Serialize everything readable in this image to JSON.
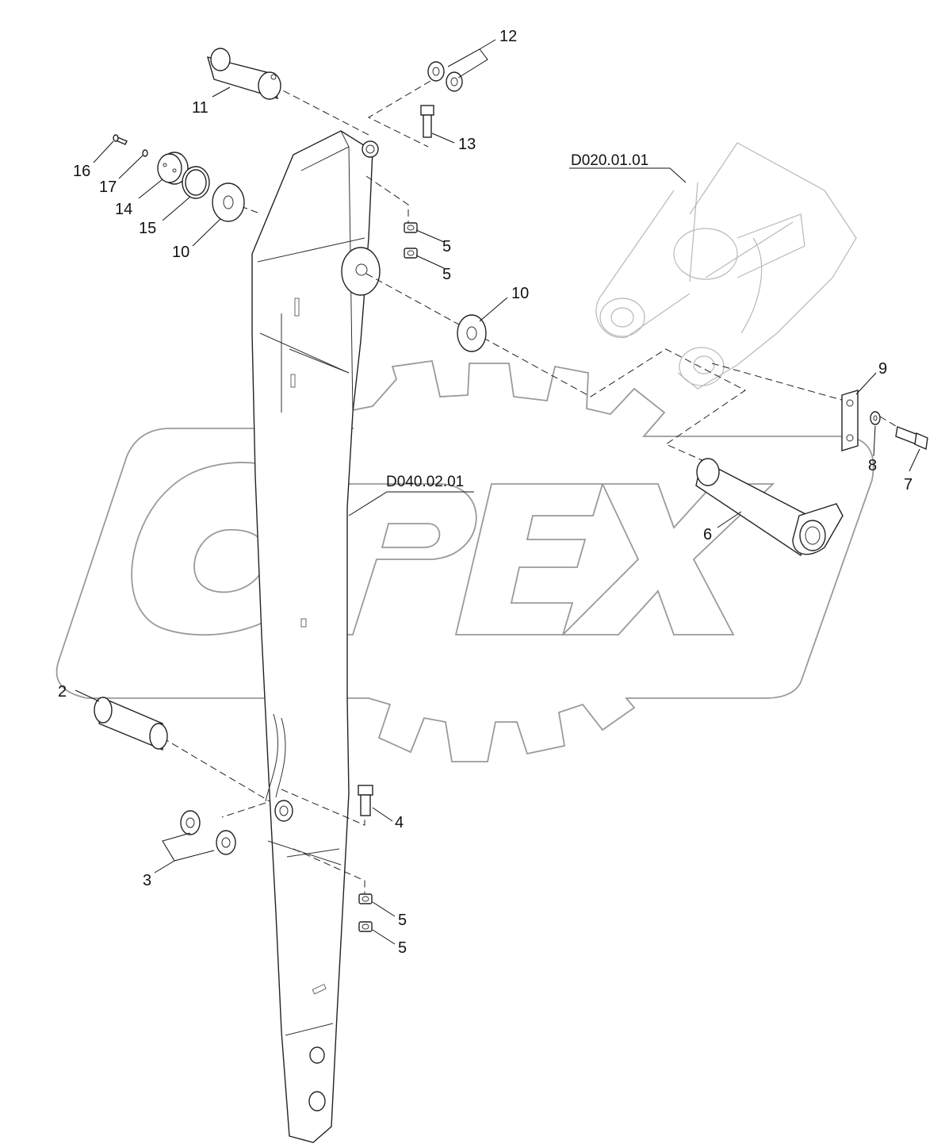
{
  "diagram": {
    "watermark_text": "OPEX",
    "references": {
      "attachment": "D020.01.01",
      "boom": "D040.02.01"
    },
    "callouts": {
      "c2": "2",
      "c3": "3",
      "c4": "4",
      "c5a": "5",
      "c5b": "5",
      "c5c": "5",
      "c5d": "5",
      "c6": "6",
      "c7": "7",
      "c8": "8",
      "c9": "9",
      "c10a": "10",
      "c10b": "10",
      "c11": "11",
      "c12": "12",
      "c13": "13",
      "c14": "14",
      "c15": "15",
      "c16": "16",
      "c17": "17"
    },
    "parts": [
      {
        "callout": "2",
        "icon": "pin-icon"
      },
      {
        "callout": "3",
        "icon": "washer-pair-icon"
      },
      {
        "callout": "4",
        "icon": "bolt-icon"
      },
      {
        "callout": "5",
        "icon": "nut-icon"
      },
      {
        "callout": "6",
        "icon": "pin-with-plate-icon"
      },
      {
        "callout": "7",
        "icon": "bolt-icon"
      },
      {
        "callout": "8",
        "icon": "washer-icon"
      },
      {
        "callout": "9",
        "icon": "lock-plate-icon"
      },
      {
        "callout": "10",
        "icon": "washer-icon"
      },
      {
        "callout": "11",
        "icon": "pin-icon"
      },
      {
        "callout": "12",
        "icon": "washer-pair-icon"
      },
      {
        "callout": "13",
        "icon": "bolt-icon"
      },
      {
        "callout": "14",
        "icon": "cap-icon"
      },
      {
        "callout": "15",
        "icon": "o-ring-icon"
      },
      {
        "callout": "16",
        "icon": "screw-icon"
      },
      {
        "callout": "17",
        "icon": "washer-icon"
      }
    ]
  }
}
